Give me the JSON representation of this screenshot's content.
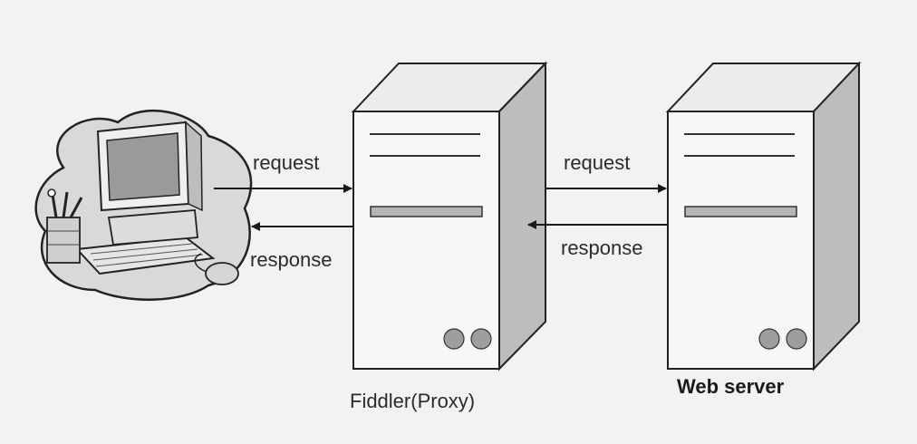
{
  "diagram": {
    "client": {
      "icon": "desktop-computer-icon"
    },
    "proxy": {
      "label": "Fiddler(Proxy)",
      "icon": "server-tower-icon"
    },
    "server": {
      "label": "Web server",
      "icon": "server-tower-icon"
    },
    "client_proxy": {
      "request_label": "request",
      "response_label": "response"
    },
    "proxy_server": {
      "request_label": "request",
      "response_label": "response"
    }
  }
}
